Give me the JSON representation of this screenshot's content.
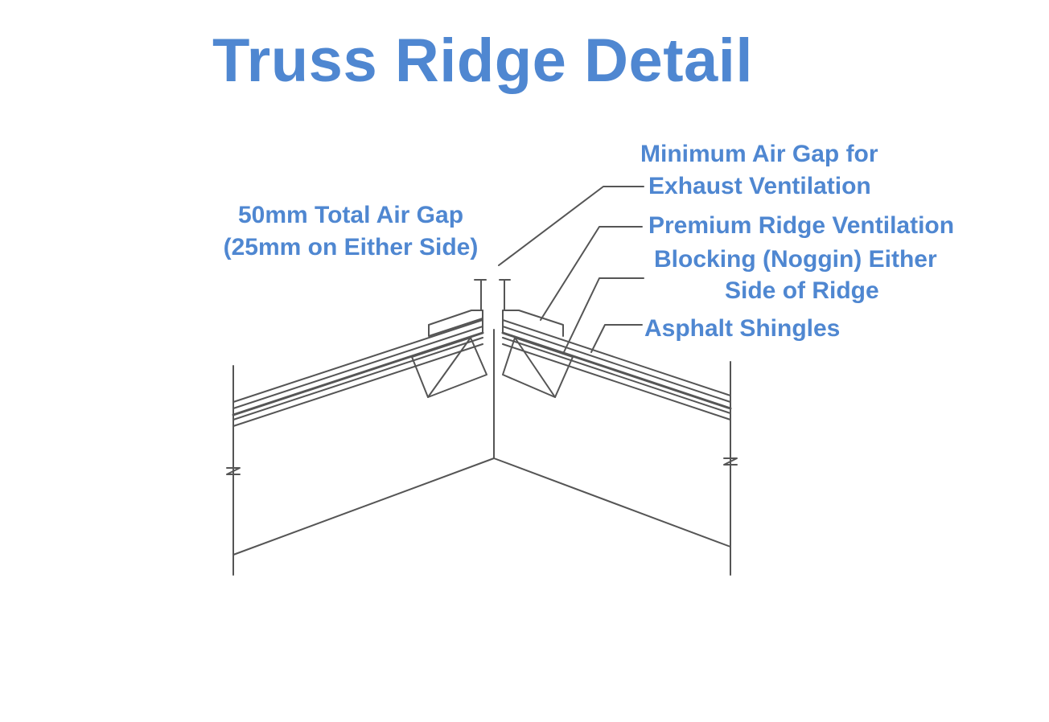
{
  "title": "Truss Ridge Detail",
  "labels": {
    "air_gap_line1": "50mm Total Air Gap",
    "air_gap_line2": "(25mm on Either Side)",
    "min_air_gap_line1": "Minimum Air Gap for",
    "min_air_gap_line2": "Exhaust Ventilation",
    "ridge_vent": "Premium Ridge Ventilation",
    "blocking_line1": "Blocking (Noggin) Either",
    "blocking_line2": "Side of Ridge",
    "shingles": "Asphalt Shingles"
  },
  "colors": {
    "text": "#4f87d1",
    "line": "#555555"
  }
}
